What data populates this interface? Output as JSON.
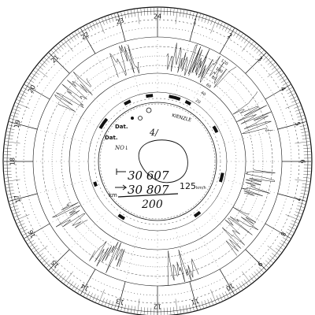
{
  "disc": {
    "hour_labels": [
      "1",
      "2",
      "3",
      "4",
      "5",
      "6",
      "7",
      "8",
      "9",
      "10",
      "11",
      "12",
      "13",
      "14",
      "15",
      "16",
      "17",
      "18",
      "19",
      "20",
      "21",
      "22",
      "23",
      "24"
    ],
    "speed_labels": [
      "20",
      "40",
      "60",
      "80",
      "100",
      "120"
    ],
    "center": {
      "brand_mark": "KIENZLE",
      "field_labels": [
        "Dat.",
        "Dat.",
        "km"
      ],
      "max_speed_label": "125",
      "speed_unit": "km/h"
    },
    "handwriting": {
      "odo_start": "30 607",
      "odo_end": "30 807",
      "distance": "200",
      "scribble_1": "4/",
      "scribble_2": "NO↓"
    },
    "ink_color": "#111111",
    "paper_color": "#ffffff"
  }
}
